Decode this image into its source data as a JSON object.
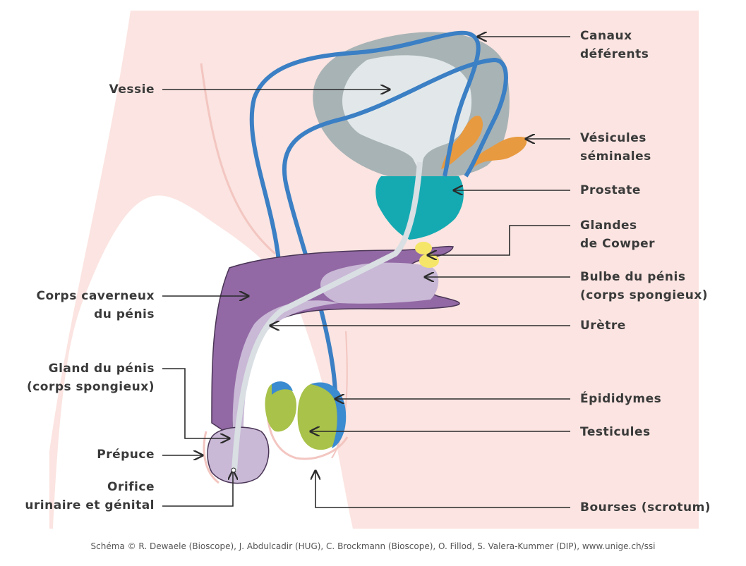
{
  "labels": {
    "canaux": [
      "Canaux",
      "déférents"
    ],
    "vessie": "Vessie",
    "vesicules": [
      "Vésicules",
      "séminales"
    ],
    "prostate": "Prostate",
    "glandes": [
      "Glandes",
      "de Cowper"
    ],
    "bulbe": [
      "Bulbe du pénis",
      "(corps spongieux)"
    ],
    "corps_caverneux": [
      "Corps caverneux",
      "du pénis"
    ],
    "uretre": "Urètre",
    "gland": [
      "Gland du pénis",
      "(corps spongieux)"
    ],
    "epididymes": "Épididymes",
    "testicules": "Testicules",
    "prepuce": "Prépuce",
    "orifice": [
      "Orifice",
      "urinaire et génital"
    ],
    "bourses": "Bourses (scrotum)"
  },
  "credit": "Schéma © R. Dewaele (Bioscope), J. Abdulcadir (HUG), C. Brockmann (Bioscope), O. Fillod, S. Valera-Kummer (DIP), www.unige.ch/ssi",
  "colors": {
    "body": "#fbe4e1",
    "body_line": "#f3c6c1",
    "bladder_outer": "#a8b3b5",
    "bladder_inner": "#e2e8ea",
    "vas": "#3b7fc4",
    "vesicle": "#e89a40",
    "prostate": "#15aab2",
    "cowper": "#f5e66a",
    "cavernous": "#9269a4",
    "spongy": "#c9b8d6",
    "urethra": "#d9dfe3",
    "testis": "#a8c24a",
    "epididymis": "#3b8bd0",
    "line": "#2b2b2b"
  }
}
